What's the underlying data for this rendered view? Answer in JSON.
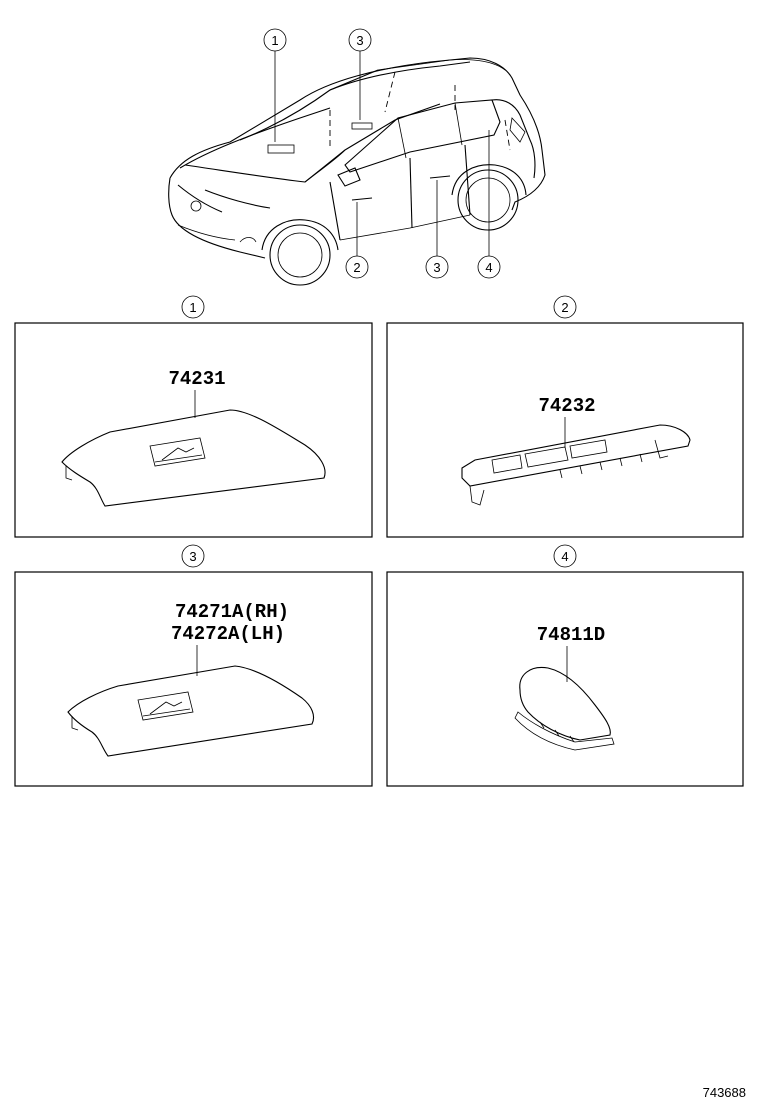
{
  "car_callouts": [
    "1",
    "3",
    "2",
    "3",
    "4"
  ],
  "panels": [
    {
      "number": "1",
      "labels": [
        "74231"
      ]
    },
    {
      "number": "2",
      "labels": [
        "74232"
      ]
    },
    {
      "number": "3",
      "labels": [
        "74271A(RH)",
        "74272A(LH)"
      ]
    },
    {
      "number": "4",
      "labels": [
        "74811D"
      ]
    }
  ],
  "reference_code": "743688"
}
